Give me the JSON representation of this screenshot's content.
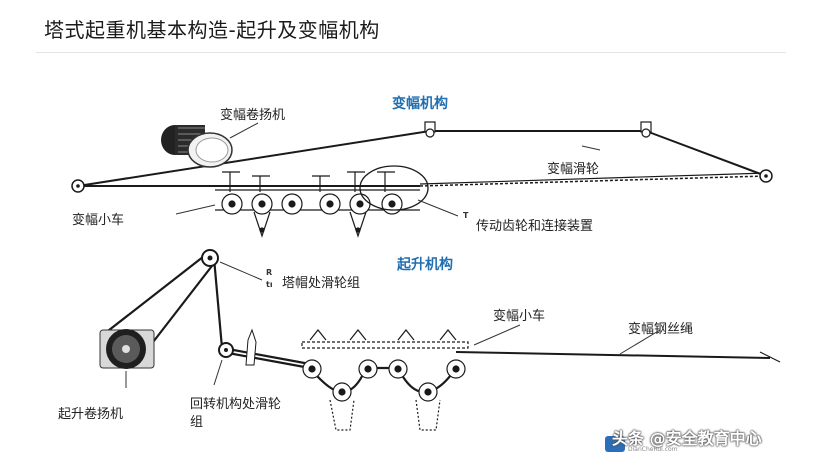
{
  "title": "塔式起重机基本构造-起升及变幅机构",
  "sections": {
    "luffing_mechanism": "变幅机构",
    "hoisting_mechanism": "起升机构"
  },
  "labels": {
    "luffing_winch": "变幅卷扬机",
    "luffing_pulley": "变幅滑轮",
    "luffing_trolley_top": "变幅小车",
    "transmission_gear": "传动齿轮和连接装置",
    "cap_pulley_group": "塔帽处滑轮组",
    "luffing_trolley_bottom": "变幅小车",
    "luffing_wire_rope": "变幅钢丝绳",
    "hoisting_winch": "起升卷扬机",
    "slewing_pulley_line1": "回转机构处滑轮",
    "slewing_pulley_line2": "组"
  },
  "fragments": {
    "t1": "T",
    "r1": "R",
    "t2": "tı"
  },
  "watermark": {
    "text": "头条 @安全教育中心",
    "logo_text": "DianCheRui.com"
  },
  "colors": {
    "section_blue": "#1f6fb2",
    "line": "#1a1a1a"
  }
}
